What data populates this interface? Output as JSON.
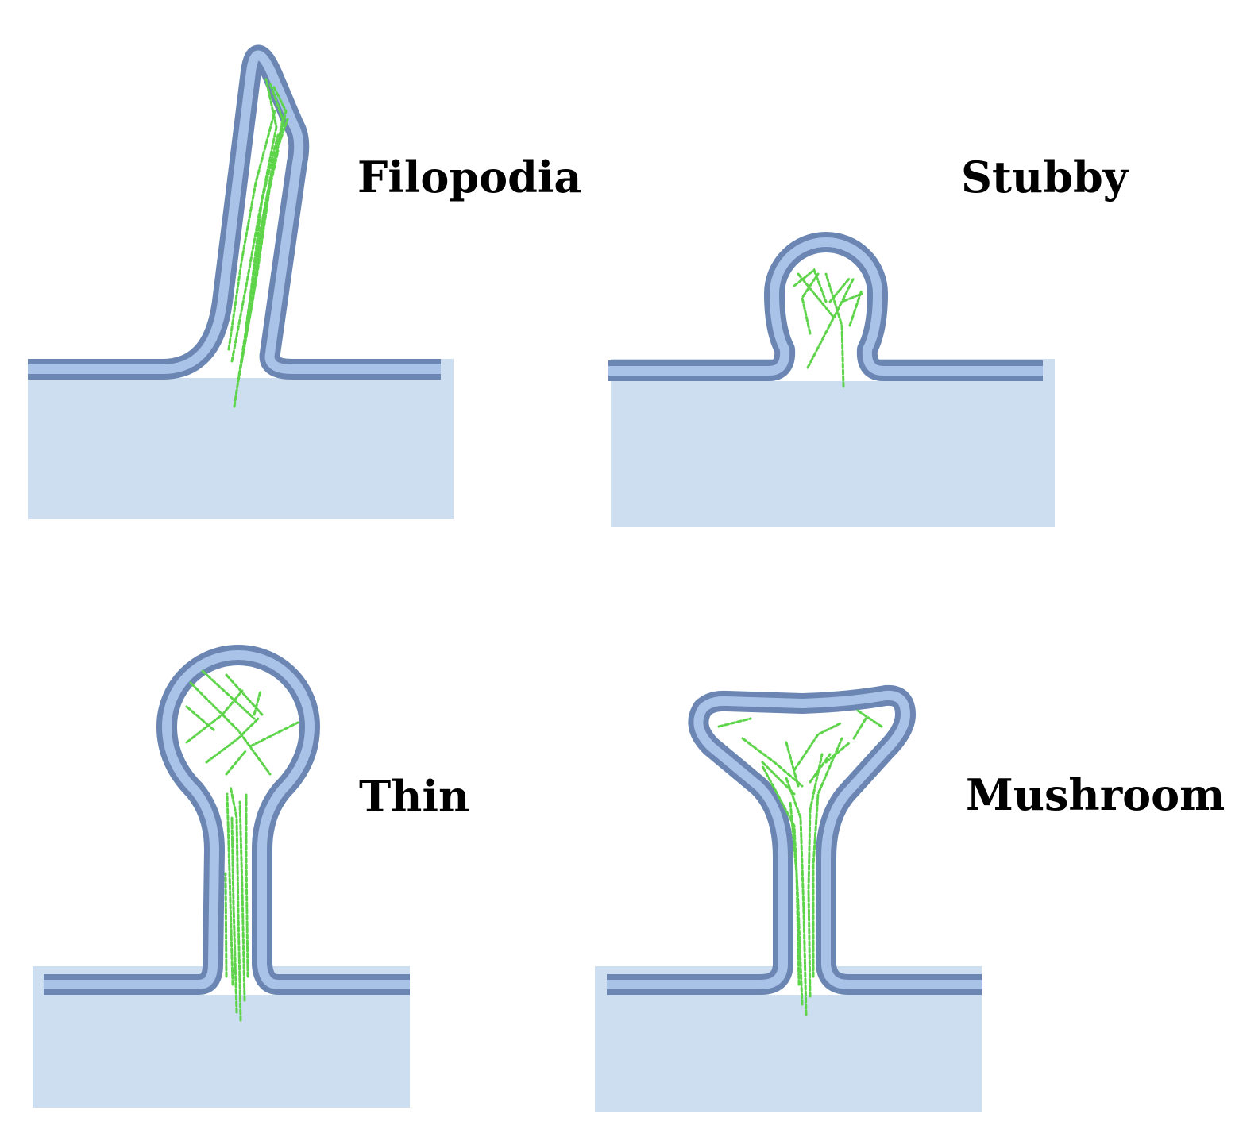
{
  "colors": {
    "background": "#ffffff",
    "dendrite_fill": "#ccdeef",
    "membrane_outer": "#6b86b3",
    "membrane_inner": "#a9c3e8",
    "actin": "#5ed44a"
  },
  "panels": [
    {
      "id": "filopodia",
      "label": "Filopodia"
    },
    {
      "id": "stubby",
      "label": "Stubby"
    },
    {
      "id": "thin",
      "label": "Thin"
    },
    {
      "id": "mushroom",
      "label": "Mushroom"
    }
  ]
}
